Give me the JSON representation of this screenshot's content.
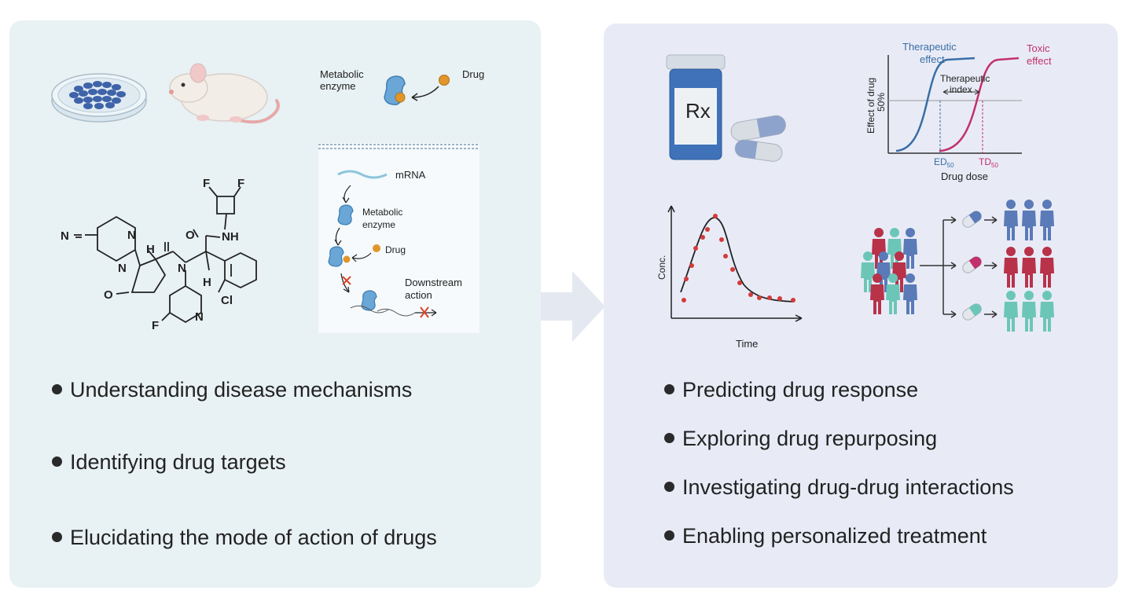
{
  "left_panel": {
    "labels": {
      "metabolic_enzyme": [
        "Metabolic",
        "enzyme"
      ],
      "drug": "Drug",
      "mrna": "mRNA",
      "inset_metabolic_enzyme": [
        "Metabolic",
        "enzyme"
      ],
      "inset_drug": "Drug",
      "downstream_action": [
        "Downstream",
        "action"
      ]
    },
    "molecule_atoms": [
      "F",
      "F",
      "NH",
      "N",
      "N",
      "N",
      "H",
      "O",
      "O",
      "N",
      "H",
      "F",
      "N",
      "Cl"
    ],
    "bullets": [
      "Understanding disease mechanisms",
      "Identifying drug targets",
      "Elucidating the mode of action of drugs"
    ]
  },
  "right_panel": {
    "pill_bottle_label": "Rx",
    "dose_response": {
      "therapeutic_effect": [
        "Therapeutic",
        "effect"
      ],
      "toxic_effect": [
        "Toxic",
        "effect"
      ],
      "therapeutic_index": [
        "Therapeutic",
        "index"
      ],
      "y_label": [
        "Effect of drug",
        "50%"
      ],
      "ed50": [
        "ED",
        "50"
      ],
      "td50": [
        "TD",
        "50"
      ],
      "x_label": "Drug dose"
    },
    "pk_curve": {
      "y_label": "Conc.",
      "x_label": "Time"
    },
    "bullets": [
      "Predicting drug response",
      "Exploring drug repurposing",
      "Investigating drug-drug interactions",
      "Enabling personalized treatment"
    ]
  },
  "colors": {
    "left_bg": "#e8f1f3",
    "right_bg": "#e8ebf6",
    "therapeutic": "#3a6ea5",
    "toxic": "#c2306b",
    "enzyme": "#6aa6d6",
    "drug": "#e0962a",
    "person_blue": "#5a7ab8",
    "person_red": "#b8324a",
    "person_teal": "#6cc6b8"
  }
}
